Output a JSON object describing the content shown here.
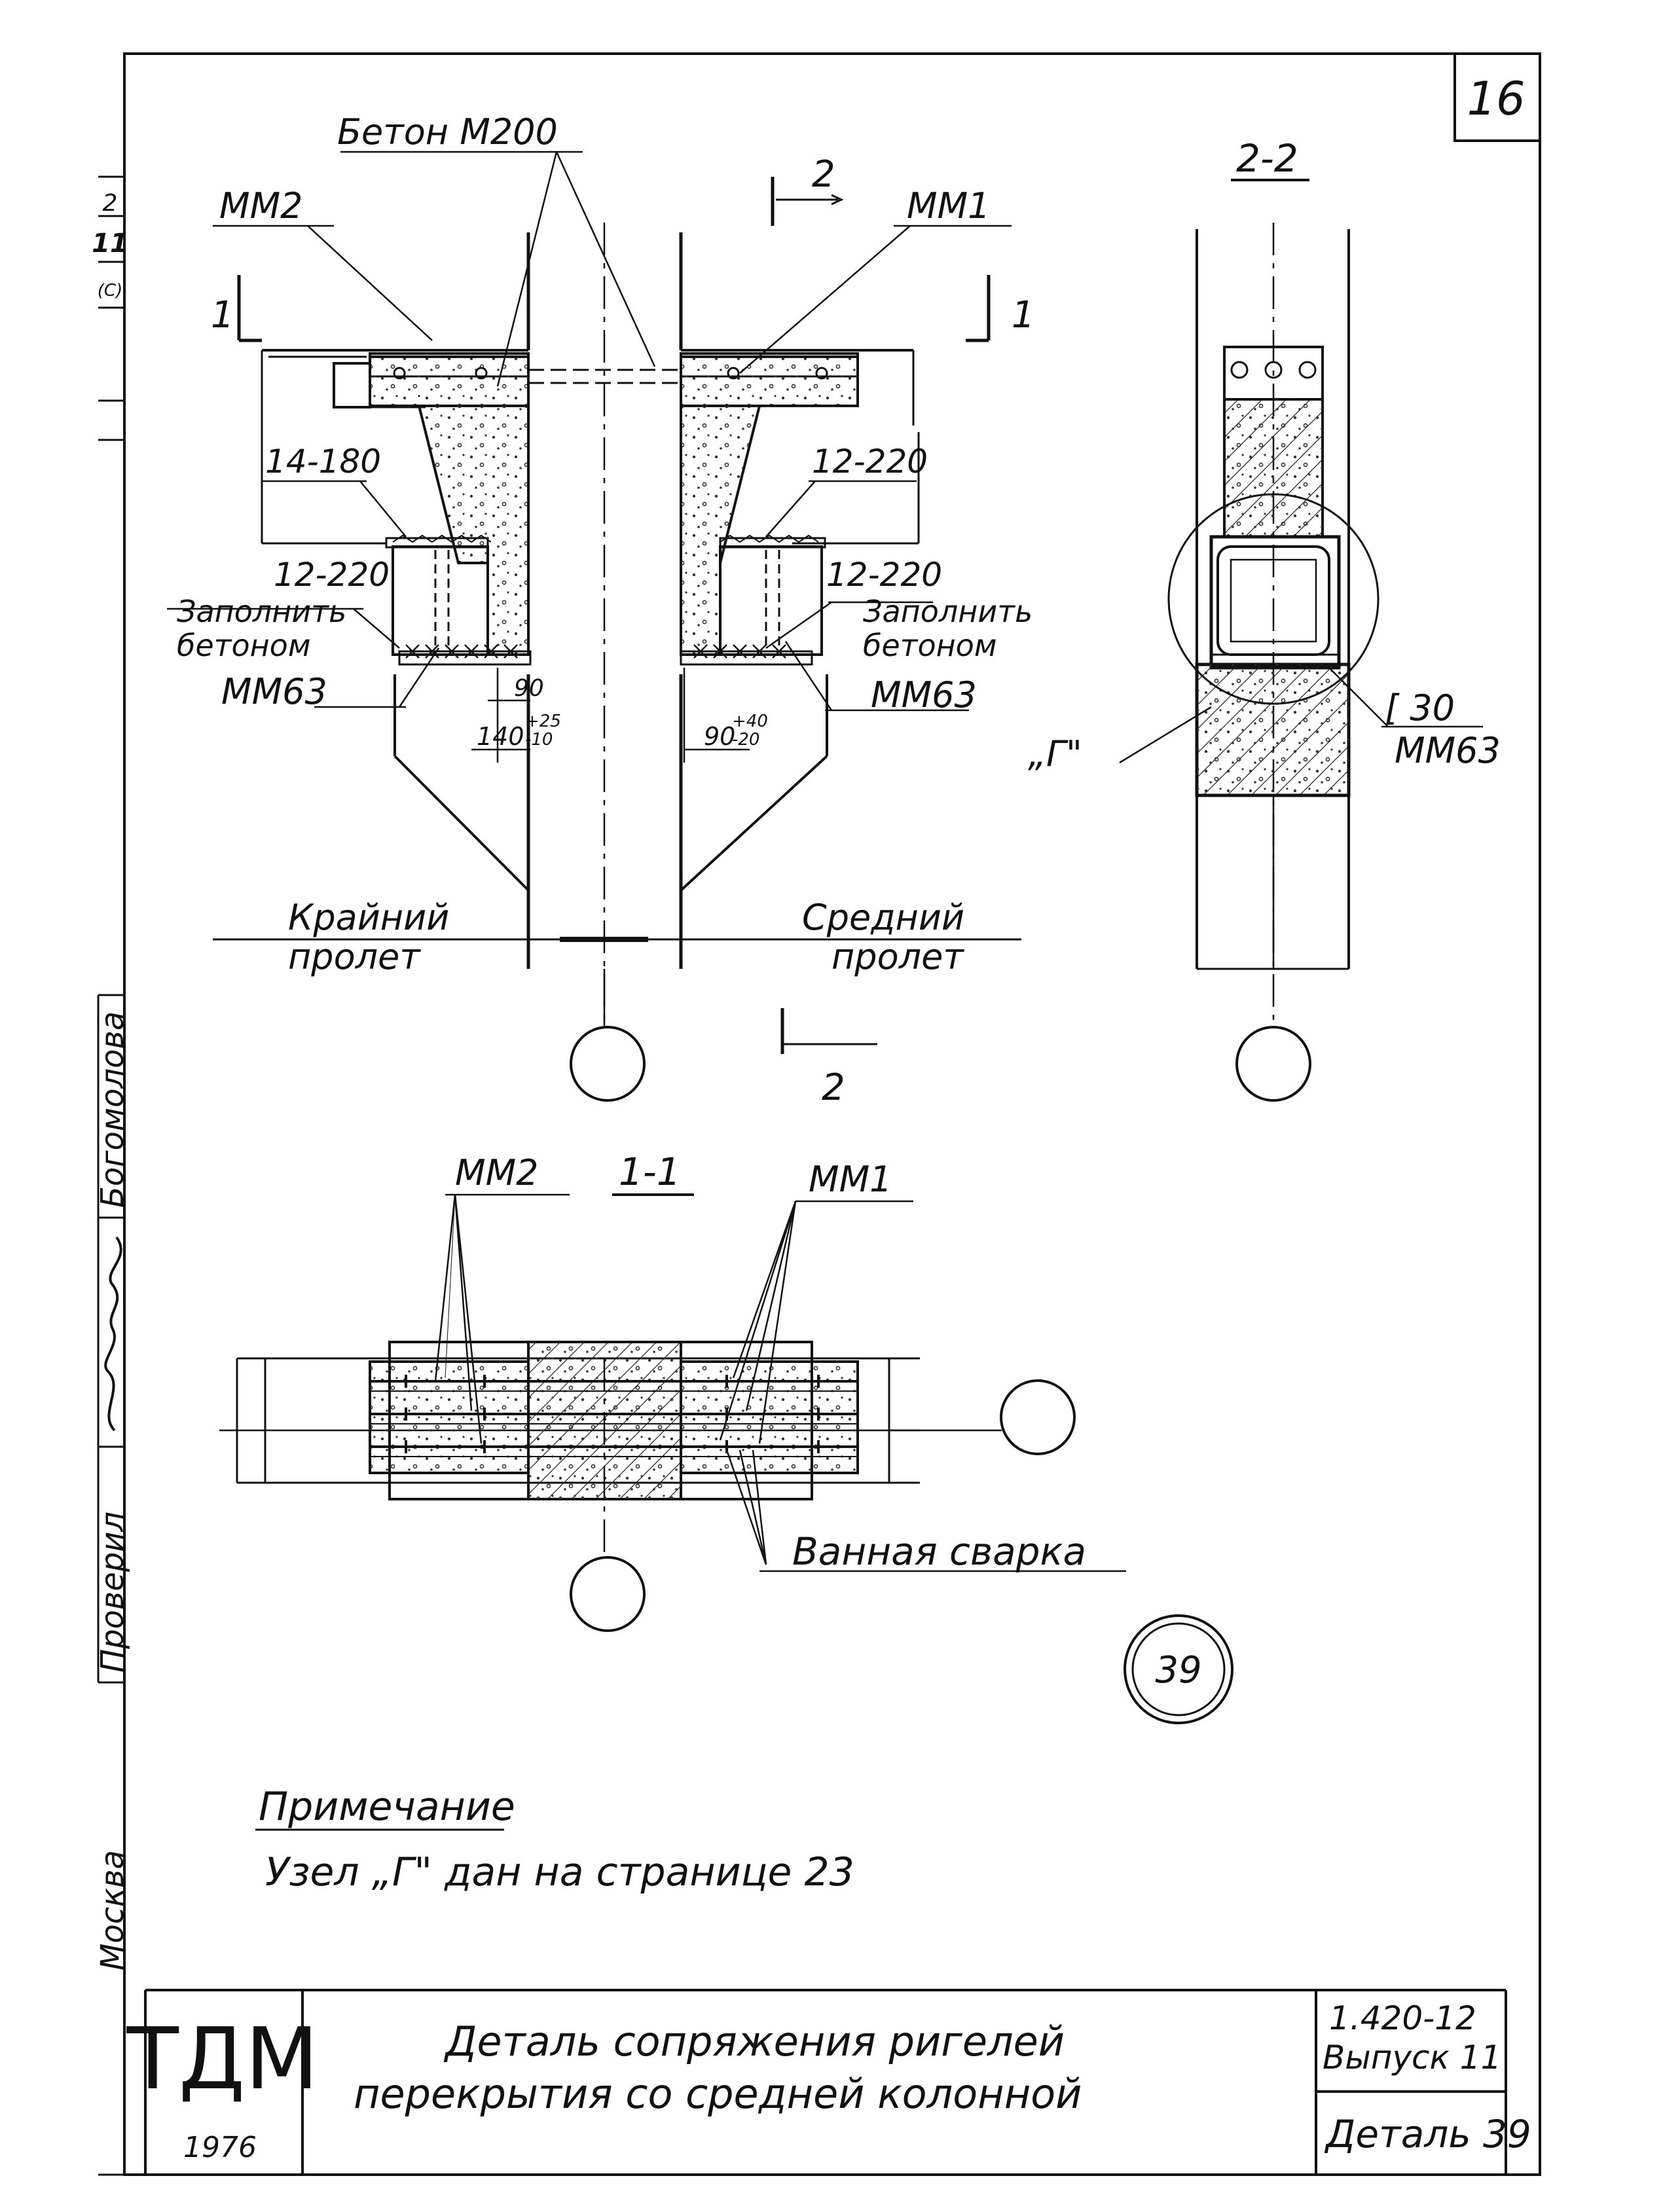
{
  "sheet": {
    "number": "16",
    "year": "1976",
    "logo": "ТДМ",
    "series": "1.420-12",
    "issue": "Выпуск 11",
    "detail": "Деталь 39"
  },
  "title": {
    "line1": "Деталь сопряжения ригелей",
    "line2": "перекрытия со средней колонной"
  },
  "note": {
    "heading": "Примечание",
    "text": "Узел „Г\" дан на странице 23"
  },
  "side_stamp": {
    "checked_label": "Проверил",
    "checked_name": "Богомолова",
    "city": "Москва",
    "edge_marks": [
      "2",
      "11",
      "(С)"
    ]
  },
  "main_view": {
    "concrete": "Бетон М200",
    "mm2": "ММ2",
    "mm1": "ММ1",
    "cut1_left": "1",
    "cut1_right": "1",
    "cut2_top": "2",
    "cut2_bottom": "2",
    "bar_left_top": "14-180",
    "bar_right_top": "12-220",
    "bar_left_bottom": "12-220",
    "bar_right_bottom": "12-220",
    "fill_left_1": "Заполнить",
    "fill_left_2": "бетоном",
    "fill_right_1": "Заполнить",
    "fill_right_2": "бетоном",
    "mm63_left": "ММ63",
    "mm63_right": "ММ63",
    "dim_90": "90",
    "dim_140": "140",
    "dim_140_tol_up": "+25",
    "dim_140_tol_dn": "-10",
    "dim_90r": "90",
    "dim_90r_tol_up": "+40",
    "dim_90r_tol_dn": "-20",
    "span_left_1": "Крайний",
    "span_left_2": "пролет",
    "span_right_1": "Средний",
    "span_right_2": "пролет"
  },
  "section_22": {
    "title": "2-2",
    "node": "„Г\"",
    "angle": "[ 30",
    "mm63": "ММ63"
  },
  "section_11": {
    "title": "1-1",
    "mm2": "ММ2",
    "mm1": "ММ1",
    "welding": "Ванная сварка"
  },
  "detail_badge": "39"
}
